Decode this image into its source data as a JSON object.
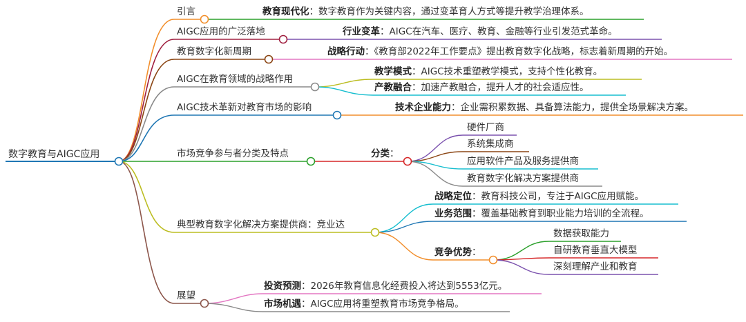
{
  "root": "数字教育与AIGC应用",
  "branches": [
    {
      "key": "intro",
      "label": "引言",
      "color": "#f28e2b",
      "children": [
        {
          "bold": "教育现代化",
          "text": "数字教育作为关键内容，通过变革育人方式等提升教学治理体系。"
        }
      ]
    },
    {
      "key": "aigc_spread",
      "label": "AIGC应用的广泛落地",
      "color": "#a02040",
      "children": [
        {
          "bold": "行业变革",
          "text": "AIGC在汽车、医疗、教育、金融等行业引发范式革命。"
        }
      ]
    },
    {
      "key": "new_period",
      "label": "教育数字化新周期",
      "color": "#8b4513",
      "children": [
        {
          "bold": "战略行动",
          "text": "《教育部2022年工作要点》提出教育数字化战略，标志着新周期的开始。"
        }
      ]
    },
    {
      "key": "strategic_role",
      "label": "AIGC在教育领域的战略作用",
      "color": "#8a8a8a",
      "children": [
        {
          "bold": "教学模式",
          "text": "AIGC技术重塑教学模式，支持个性化教育。"
        },
        {
          "bold": "产教融合",
          "text": "加速产教融合，提升人才的社会适应性。"
        }
      ]
    },
    {
      "key": "market_impact",
      "label": "AIGC技术革新对教育市场的影响",
      "color": "#1f77b4",
      "children": [
        {
          "bold": "技术企业能力",
          "text": "企业需积累数据、具备算法能力，提供全场景解决方案。"
        }
      ]
    },
    {
      "key": "competitors",
      "label": "市场竞争参与者分类及特点",
      "color": "#2ca02c",
      "children": [
        {
          "bold": "分类",
          "text": "",
          "children": [
            "硬件厂商",
            "系统集成商",
            "应用软件产品及服务提供商",
            "教育数字化解决方案提供商"
          ]
        }
      ]
    },
    {
      "key": "provider",
      "label": "典型教育数字化解决方案提供商：竞业达",
      "color": "#bcbd22",
      "children": [
        {
          "bold": "战略定位",
          "text": "教育科技公司，专注于AIGC应用赋能。"
        },
        {
          "bold": "业务范围",
          "text": "覆盖基础教育到职业能力培训的全流程。"
        },
        {
          "bold": "竞争优势",
          "text": "",
          "children": [
            "数据获取能力",
            "自研教育垂直大模型",
            "深刻理解产业和教育"
          ]
        }
      ]
    },
    {
      "key": "outlook",
      "label": "展望",
      "color": "#8c564b",
      "children": [
        {
          "bold": "投资预测",
          "text": "2026年教育信息化经费投入将达到5553亿元。"
        },
        {
          "bold": "市场机遇",
          "text": "AIGC应用将重塑教育市场竞争格局。"
        }
      ]
    }
  ],
  "colors": {
    "root": "#1f77b4",
    "d_intro": "#2ca02c",
    "d_aigc": "#7b52ae",
    "d_period": "#e377c2",
    "d_mode": "#bcbd22",
    "d_fusion": "#17becf",
    "d_tech": "#f28e2b",
    "d_cls": [
      "#7b52ae",
      "#8b4513",
      "#17becf",
      "#8a8a8a"
    ],
    "d_pos": "#17becf",
    "d_scope": "#1f77b4",
    "d_adv": "#f28e2b",
    "d_adv_children": [
      "#2ca02c",
      "#d62728",
      "#7b52ae"
    ],
    "d_invest": "#e377c2",
    "d_oppty": "#8a8a8a"
  }
}
